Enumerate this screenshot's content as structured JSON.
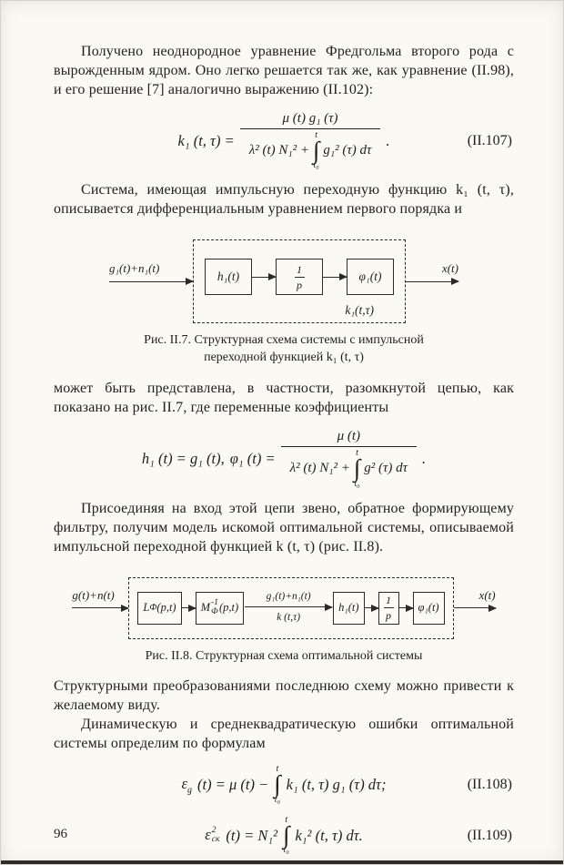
{
  "page": {
    "number": "96"
  },
  "paragraphs": {
    "p1": "Получено неоднородное уравнение Фредгольма второго рода с вырожденным ядром. Оно легко решается так же, как уравнение (II.98), и его решение [7] аналогично выражению (II.102):",
    "p2": "Система, имеющая импульсную переходную функцию k₁ (t, τ), описывается дифференциальным уравнением первого порядка и",
    "p3": "может быть представлена, в частности, разомкнутой цепью, как показано на рис. II.7, где переменные коэффициенты",
    "p4": "Присоединяя на вход этой цепи звено, обратное формирующему фильтру, получим модель искомой оптимальной системы, описываемой импульсной переходной функцией k (t, τ) (рис. II.8).",
    "p5": "Структурными преобразованиями последнюю схему можно привести к желаемому виду.",
    "p6": "Динамическую и среднеквадратическую ошибки оптимальной системы определим по формулам"
  },
  "eq107": {
    "lhs": "k₁ (t, τ) =",
    "numerator": "μ (t) g₁ (τ)",
    "den_left": "λ² (t) N₁² +",
    "int_upper": "t",
    "int_lower": "t₀",
    "den_right": "g₁² (τ) dτ",
    "period": ".",
    "label": "(II.107)"
  },
  "eq_coeff": {
    "part1": "h₁ (t) = g₁ (t),",
    "part2": "φ₁ (t) =",
    "numerator": "μ (t)",
    "den_left": "λ² (t) N₁² +",
    "int_upper": "t",
    "int_lower": "t₀",
    "den_right": "g² (τ) dτ",
    "period": "."
  },
  "fig7": {
    "input_label": "g₁(t)+n₁(t)",
    "block_h": "h₁(t)",
    "frac_num": "1",
    "frac_den": "p",
    "block_phi": "φ₁(t)",
    "box_label": "k₁(t,τ)",
    "output_label": "x(t)",
    "caption_line1": "Рис. II.7. Структурная схема  системы с импульсной",
    "caption_line2": "переходной функцией k₁ (t, τ)"
  },
  "fig8": {
    "input_label": "g(t)+n(t)",
    "L_main": "L",
    "L_sub": "Ф",
    "L_args": "(p,t)",
    "M_main": "M",
    "M_sup": "-1",
    "M_sub": "Ф",
    "M_args": "(p,t)",
    "mid_label_top": "g₁(t)+n₁(t)",
    "mid_label_bottom": "k (t,τ)",
    "block_h": "h₁(t)",
    "frac_num": "1",
    "frac_den": "p",
    "block_phi": "φ₁(t)",
    "output_label": "x(t)",
    "caption": "Рис. II.8. Структурная схема оптимальной системы"
  },
  "eq108": {
    "eps": "ε",
    "eps_sub": "g",
    "mid": "(t) = μ (t) −",
    "int_upper": "t",
    "int_lower": "t₀",
    "tail": "k₁ (t, τ) g₁ (τ) dτ;",
    "label": "(II.108)"
  },
  "eq109": {
    "eps": "ε",
    "eps_sup": "2",
    "eps_sub": "ск",
    "mid": "(t) = N₁²",
    "int_upper": "t",
    "int_lower": "t₀",
    "tail": "k₁² (t, τ) dτ.",
    "label": "(II.109)"
  }
}
